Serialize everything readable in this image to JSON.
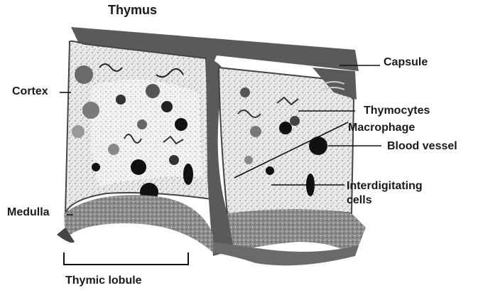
{
  "diagram": {
    "title": "Thymus",
    "labels": {
      "capsule": "Capsule",
      "cortex": "Cortex",
      "thymocytes": "Thymocytes",
      "macrophage": "Macrophage",
      "blood_vessel": "Blood vessel",
      "interdigitating_cells_line1": "Interdigitating",
      "interdigitating_cells_line2": "cells",
      "medulla": "Medulla",
      "thymic_lobule": "Thymic lobule"
    },
    "colors": {
      "capsule_septum": "#5a5a5a",
      "cortex_fill": "#cfcfcf",
      "medulla_fill": "#e6e6e6",
      "cell_dark": "#111111",
      "cell_grey": "#8a8a8a",
      "line": "#111111"
    }
  }
}
